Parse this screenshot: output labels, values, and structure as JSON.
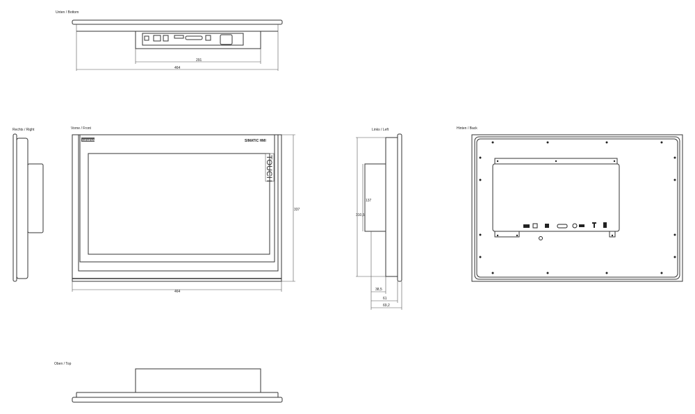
{
  "views": {
    "bottom": {
      "label": "Unten / Bottom",
      "dim_connector_width": "291",
      "dim_width": "464"
    },
    "right": {
      "label": "Rechts / Right"
    },
    "front": {
      "label": "Vorne / Front",
      "brand": "SIEMENS",
      "product": "SIMATIC HMI",
      "touch": "TOUCH",
      "dim_height": "337",
      "dim_width": "464"
    },
    "left": {
      "label": "Links / Left",
      "dim_height": "310,5",
      "dim_module": "137",
      "dim_depth1": "38,5",
      "dim_depth2": "61",
      "dim_depth3": "69,2"
    },
    "back": {
      "label": "Hinten / Back"
    },
    "top": {
      "label": "Oben / Top"
    }
  },
  "colors": {
    "line": "#333333",
    "background": "#ffffff"
  }
}
